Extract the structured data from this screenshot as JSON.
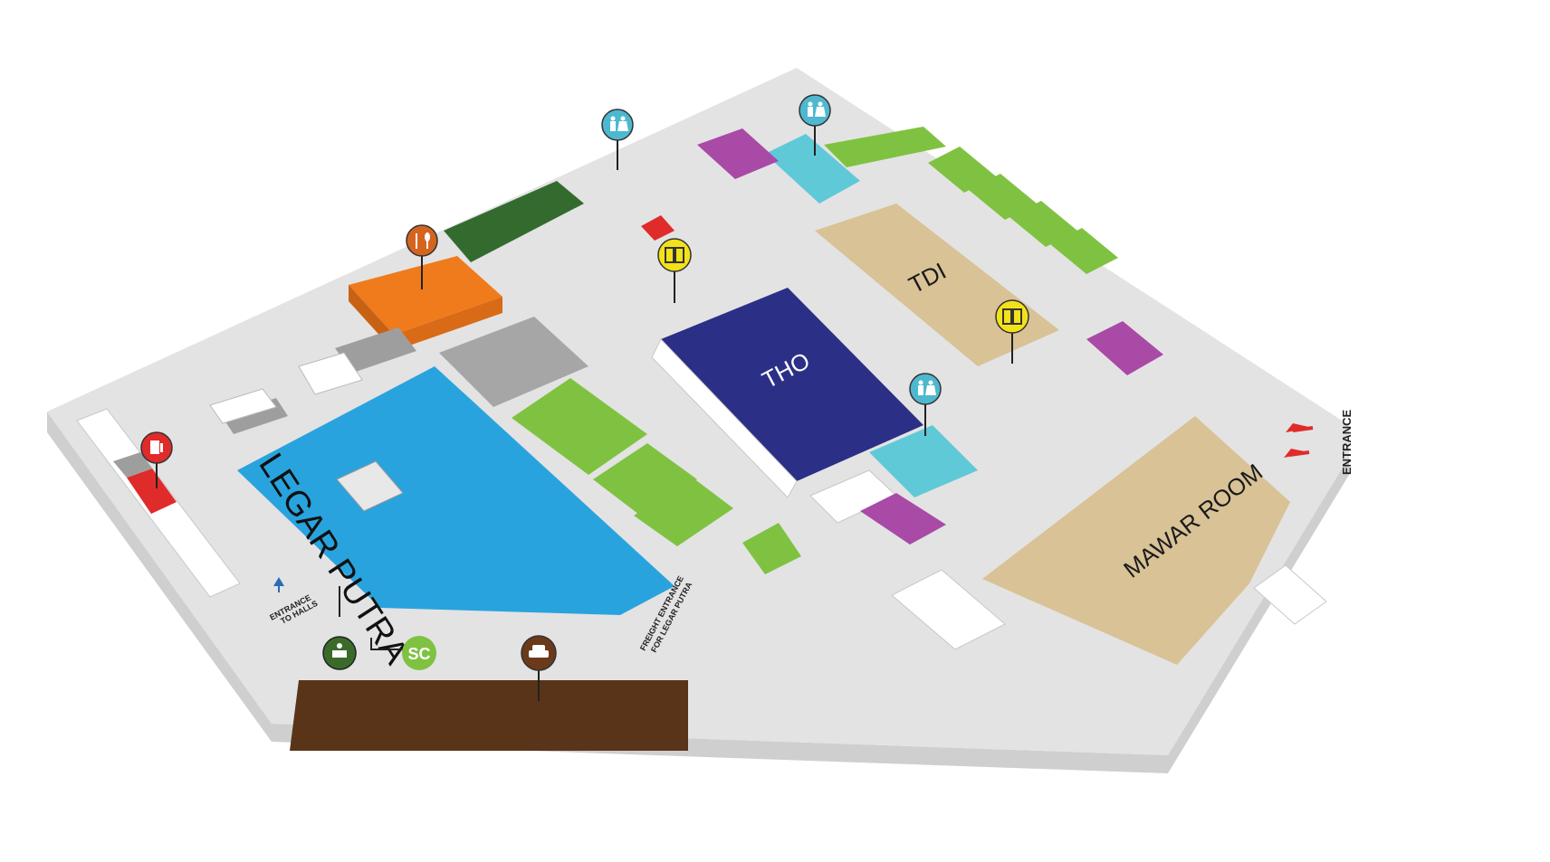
{
  "halls": {
    "legar_putra": "LEGAR PUTRA",
    "tho": "THO",
    "tdi": "TDI",
    "mawar_room": "MAWAR ROOM"
  },
  "labels": {
    "entrance": "ENTRANCE",
    "entrance_to_halls_line1": "ENTRANCE",
    "entrance_to_halls_line2": "TO HALLS",
    "freight_line1": "FREIGHT ENTRANCE",
    "freight_line2": "FOR LEGAR PUTRA",
    "sc_badge": "SC"
  },
  "pins": [
    {
      "id": "toilet-pin-1",
      "icon": "toilet-icon",
      "color": "#4db8d0"
    },
    {
      "id": "toilet-pin-2",
      "icon": "toilet-icon",
      "color": "#4db8d0"
    },
    {
      "id": "toilet-pin-3",
      "icon": "toilet-icon",
      "color": "#4db8d0"
    },
    {
      "id": "food-pin",
      "icon": "food-icon",
      "color": "#d4641e"
    },
    {
      "id": "lift-pin-1",
      "icon": "lift-icon",
      "color": "#f2e21a"
    },
    {
      "id": "lift-pin-2",
      "icon": "lift-icon",
      "color": "#f2e21a"
    },
    {
      "id": "fuel-pin",
      "icon": "fuel-icon",
      "color": "#e02b2b"
    },
    {
      "id": "info-pin",
      "icon": "info-desk-icon",
      "color": "#3a6b2a"
    },
    {
      "id": "taxi-pin",
      "icon": "taxi-icon",
      "color": "#6b3a1a"
    }
  ],
  "colors": {
    "floor": "#e3e3e3",
    "floor_side": "#cfcfcf",
    "legar_putra": "#29a3de",
    "tho": "#2b2f86",
    "tdi": "#d8c296",
    "mawar_room": "#d8c296",
    "green_block": "#7fc241",
    "dark_green": "#336b2f",
    "orange": "#f07b1c",
    "purple": "#a94aa6",
    "cyan": "#5fc9d8",
    "red": "#e02b2b",
    "brown": "#5a3418",
    "gray_block": "#9e9e9e"
  }
}
